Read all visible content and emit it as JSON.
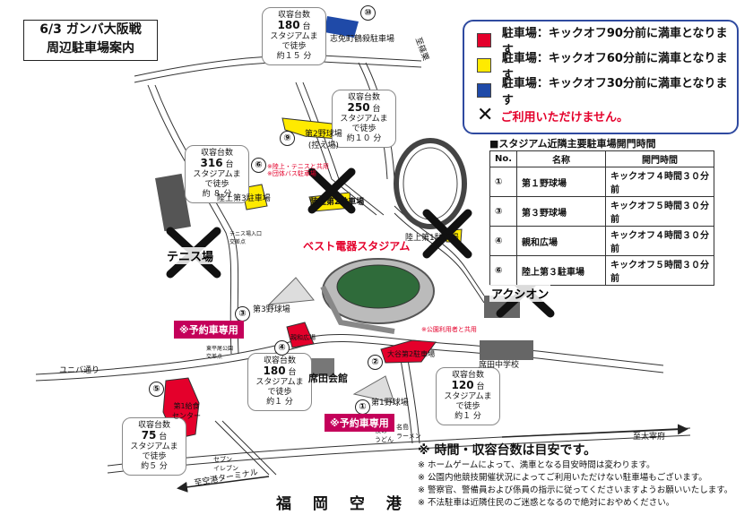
{
  "title": {
    "line1": "6/3 ガンバ大阪戦",
    "line2": "周辺駐車場案内"
  },
  "legend": {
    "items": [
      {
        "color": "#e4002b",
        "text": "駐車場：キックオフ90分前に満車となります"
      },
      {
        "color": "#ffea00",
        "text": "駐車場：キックオフ60分前に満車となります"
      },
      {
        "color": "#1f4aa8",
        "text": "駐車場：キックオフ30分前に満車となります"
      }
    ],
    "closed_text": "ご利用いただけません。"
  },
  "gate_table": {
    "title": "■スタジアム近隣主要駐車場開門時間",
    "headers": [
      "No.",
      "名称",
      "開門時間"
    ],
    "rows": [
      [
        "①",
        "第１野球場",
        "キックオフ４時間３０分前"
      ],
      [
        "③",
        "第３野球場",
        "キックオフ５時間３０分前"
      ],
      [
        "④",
        "親和広場",
        "キックオフ４時間３０分前"
      ],
      [
        "⑥",
        "陸上第３駐車場",
        "キックオフ５時間３０分前"
      ]
    ]
  },
  "capacity": {
    "p10": {
      "label": "収容台数",
      "count": "180",
      "unit": "台",
      "walk": "スタジアムまで徒歩",
      "time": "約１５ 分"
    },
    "p9": {
      "label": "収容台数",
      "count": "250",
      "unit": "台",
      "walk": "スタジアムまで徒歩",
      "time": "約１０ 分"
    },
    "p6": {
      "label": "収容台数",
      "count": "316",
      "unit": "台",
      "walk": "スタジアムまで徒歩",
      "time": "約 ８ 分"
    },
    "p4": {
      "label": "収容台数",
      "count": "180",
      "unit": "台",
      "walk": "スタジアムまで徒歩",
      "time": "約１ 分"
    },
    "p2": {
      "label": "収容台数",
      "count": "120",
      "unit": "台",
      "walk": "スタジアムまで徒歩",
      "time": "約１ 分"
    },
    "p5": {
      "label": "収容台数",
      "count": "75",
      "unit": "台",
      "walk": "スタジアムまで徒歩",
      "time": "約５ 分"
    }
  },
  "places": {
    "p10": "志免町鶴殺駐車場",
    "p9": "第2野球場\n(控え場)",
    "p6": "陸上第3駐車場",
    "riku2": "陸上第2駐車場",
    "riku1": "陸上第1駐車場",
    "p3": "第3野球場",
    "p4": "親和広場",
    "p2": "大谷第2駐車場",
    "p1": "第1野球場",
    "p5": "第1給食\nセンター",
    "stadium": "ベスト電器スタジアム",
    "tennis": "テニス場",
    "aquion": "アクシオン",
    "hall": "席田会館",
    "school": "席田中学校",
    "tennis_gate": "テニス場入口\n交差点",
    "park_gate": "東平尾公園\n交差点",
    "udon": "牧の\nうどん",
    "ramen": "名島\nラーメン",
    "seven": "セブン\nイレブン"
  },
  "notes_red": {
    "p6": "※陸上・テニスと共用\n※団体バス駐車場",
    "p2": "※公園利用者と共用"
  },
  "reserved": {
    "a": "※予約車専用",
    "b": "※予約車専用"
  },
  "numbers": {
    "n10": "⑩",
    "n9": "⑨",
    "n6": "⑥",
    "n3": "③",
    "n4": "④",
    "n2": "②",
    "n1": "①",
    "n5": "⑤"
  },
  "roads": {
    "yuniba": "ユニバ通り",
    "dazaifu": "至太宰府",
    "terminal": "至空港ターミナル",
    "sasaguri": "至篠栗"
  },
  "airport": "福 岡 空 港",
  "notes": {
    "main": "※ 時間・収容台数は目安です。",
    "lines": [
      "※ ホームゲームによって、満車となる目安時間は変わります。",
      "※ 公園内他競技開催状況によってご利用いただけない駐車場もございます。",
      "※ 警察官、警備員および係員の指示に従ってくださいますようお願いいたします。",
      "※ 不法駐車は近隣住民のご迷惑となるので絶対におやめください。"
    ]
  }
}
